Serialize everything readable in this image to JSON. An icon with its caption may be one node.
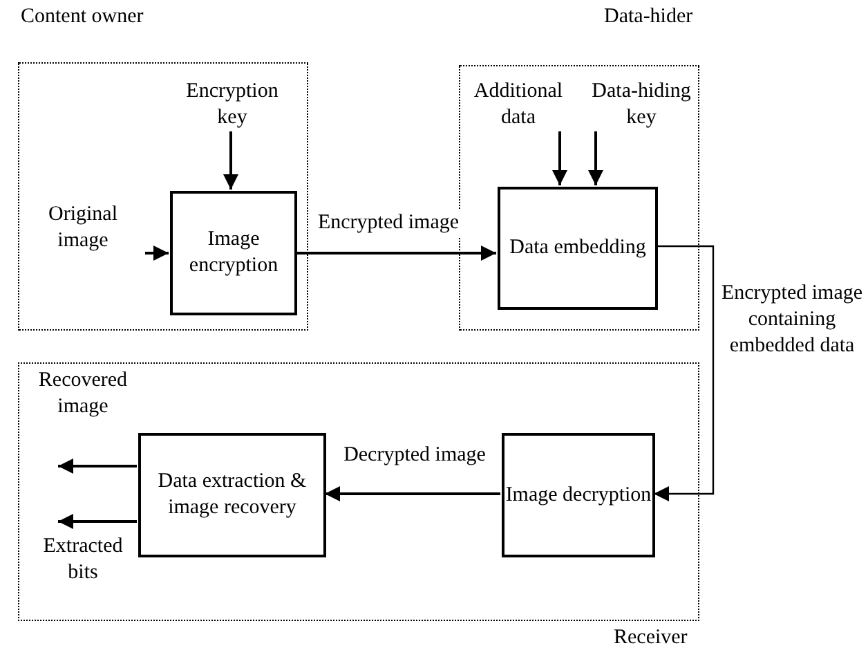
{
  "diagram": {
    "nodes": [
      {
        "text": [
          "Content owner"
        ]
      },
      {
        "text": [
          "Image encryption"
        ],
        "in": 0
      },
      {
        "text": [
          "Encryption key"
        ],
        "in": 0
      },
      {
        "text": [
          "Data-hider"
        ]
      },
      {
        "text": [
          "Data embedding"
        ],
        "in": 3
      },
      {
        "text": [
          "Additional data"
        ],
        "in": 3
      },
      {
        "text": [
          "Data-hiding key"
        ],
        "in": 3
      },
      {
        "text": [
          "Receiver"
        ]
      },
      {
        "text": [
          "Image decryption"
        ],
        "in": 7
      },
      {
        "text": [
          "Data extraction & image recovery"
        ],
        "in": 7
      }
    ],
    "edges": [
      {
        "from": 2,
        "to": 1,
        "arrow": "to"
      },
      {
        "from": null,
        "to": 1,
        "arrow": "to",
        "label": "Original image"
      },
      {
        "from": 1,
        "to": 4,
        "arrow": "to",
        "label": "Encrypted image"
      },
      {
        "from": 5,
        "to": 4,
        "arrow": "to"
      },
      {
        "from": 6,
        "to": 4,
        "arrow": "to"
      },
      {
        "from": 4,
        "to": 8,
        "arrow": "to",
        "label": "Encrypted image containing embedded data"
      },
      {
        "from": 8,
        "to": 9,
        "arrow": "to",
        "label": "Decrypted image"
      },
      {
        "from": 9,
        "to": null,
        "arrow": "to",
        "label": "Recovered image"
      },
      {
        "from": 9,
        "to": null,
        "arrow": "to",
        "label": "Extracted bits"
      }
    ]
  }
}
